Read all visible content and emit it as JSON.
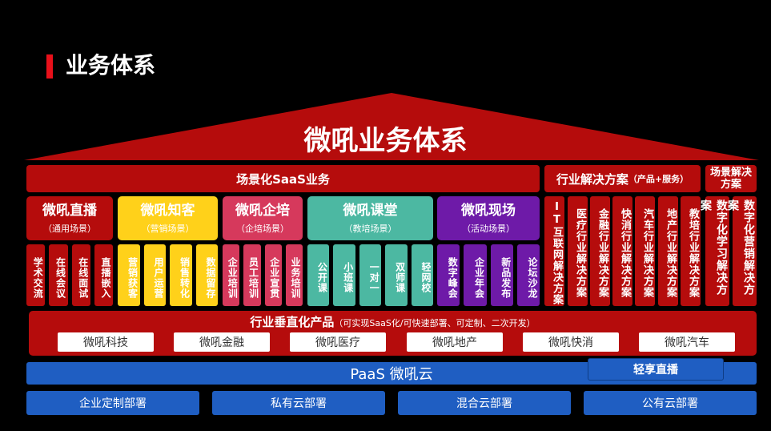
{
  "page_title": "业务体系",
  "roof_title": "微吼业务体系",
  "saas_header": "场景化SaaS业务",
  "industry_header": {
    "main": "行业解决方案",
    "sub": "（产品+服务）"
  },
  "scene_header": "场景解决方案",
  "scenes": [
    {
      "title": "微吼直播",
      "sub": "（通用场景）",
      "items": [
        "学术交流",
        "在线会议",
        "在线面试",
        "直播嵌入"
      ]
    },
    {
      "title": "微吼知客",
      "sub": "（营销场景）",
      "items": [
        "营销获客",
        "用户运营",
        "销售转化",
        "数据留存"
      ]
    },
    {
      "title": "微吼企培",
      "sub": "（企培场景）",
      "items": [
        "企业培训",
        "员工培训",
        "企业宣贯",
        "业务培训"
      ]
    },
    {
      "title": "微吼课堂",
      "sub": "（教培场景）",
      "items": [
        "公开课",
        "小班课",
        "一对一",
        "双师课",
        "轻网校"
      ]
    },
    {
      "title": "微吼现场",
      "sub": "（活动场景）",
      "items": [
        "数字峰会",
        "企业年会",
        "新品发布",
        "论坛沙龙"
      ]
    }
  ],
  "industries": [
    "IT互联网解决方案",
    "医疗行业解决方案",
    "金融行业解决方案",
    "快消行业解决方案",
    "汽车行业解决方案",
    "地产行业解决方案",
    "教培行业解决方案"
  ],
  "scene_solutions": [
    "数字化学习解决方案",
    "数字化营销解决方案"
  ],
  "vertical": {
    "title": "行业垂直化产品",
    "note": "（可实现SaaS化/可快速部署、可定制、二次开发）",
    "products": [
      "微吼科技",
      "微吼金融",
      "微吼医疗",
      "微吼地产",
      "微吼快消",
      "微吼汽车"
    ]
  },
  "paas": {
    "label": "PaaS 微吼云",
    "extra": "轻享直播"
  },
  "deployments": [
    "企业定制部署",
    "私有云部署",
    "混合云部署",
    "公有云部署"
  ],
  "colors": {
    "red": "#b50c0c",
    "accent": "#e8101a",
    "blue": "#1f5ec2",
    "scene_colors": [
      "#b50c0c",
      "#ffd11a",
      "#d6395c",
      "#4cb8a2",
      "#6e1aa8"
    ],
    "scene_head_text": [
      "#ffffff",
      "#ffffff",
      "#ffffff",
      "#ffffff",
      "#ffffff"
    ]
  }
}
